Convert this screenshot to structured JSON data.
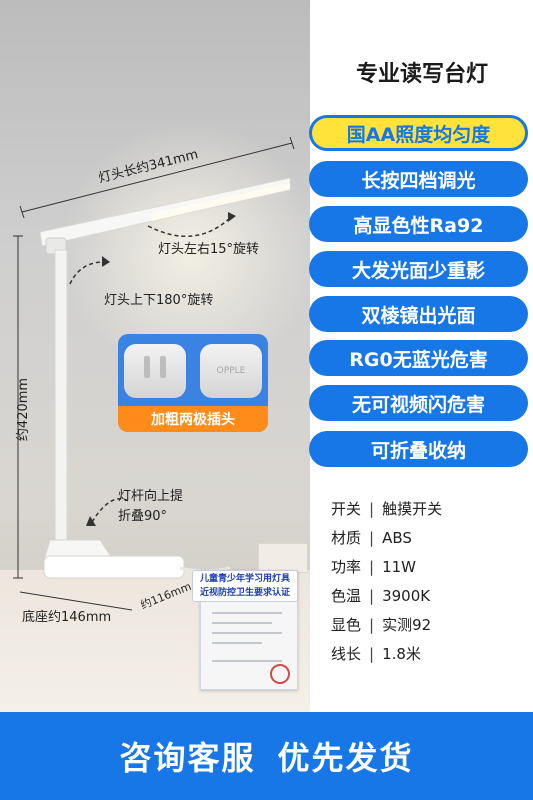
{
  "product": {
    "title": "专业读写台灯"
  },
  "features": [
    {
      "label": "国AA照度均匀度",
      "highlight": true
    },
    {
      "label": "长按四档调光",
      "highlight": false
    },
    {
      "label": "高显色性Ra92",
      "highlight": false
    },
    {
      "label": "大发光面少重影",
      "highlight": false
    },
    {
      "label": "双棱镜出光面",
      "highlight": false
    },
    {
      "label": "RG0无蓝光危害",
      "highlight": false
    },
    {
      "label": "无可视频闪危害",
      "highlight": false
    },
    {
      "label": "可折叠收纳",
      "highlight": false
    }
  ],
  "specs": [
    {
      "key": "开关",
      "value": "触摸开关"
    },
    {
      "key": "材质",
      "value": "ABS"
    },
    {
      "key": "功率",
      "value": "11W"
    },
    {
      "key": "色温",
      "value": "3900K"
    },
    {
      "key": "显色",
      "value": "实测92"
    },
    {
      "key": "线长",
      "value": "1.8米"
    }
  ],
  "spec_separator": "|",
  "annotations": {
    "head_length": "灯头长约341mm",
    "head_rotate_lr": "灯头左右15°旋转",
    "head_rotate_ud": "灯头上下180°旋转",
    "height": "约420mm",
    "pole_fold_line1": "灯杆向上提",
    "pole_fold_line2": "折叠90°",
    "base_width": "底座约146mm",
    "base_depth": "约116mm"
  },
  "plug": {
    "label": "加粗两极插头",
    "brand_mark": "OPPLE"
  },
  "certificate": {
    "line1": "儿童青少年学习用灯具",
    "line2": "近视防控卫生要求认证"
  },
  "footer": {
    "left": "咨询客服",
    "right": "优先发货"
  },
  "colors": {
    "brand_blue": "#1877e6",
    "highlight_yellow": "#ffe23a",
    "plug_orange": "#ff8c1a"
  }
}
